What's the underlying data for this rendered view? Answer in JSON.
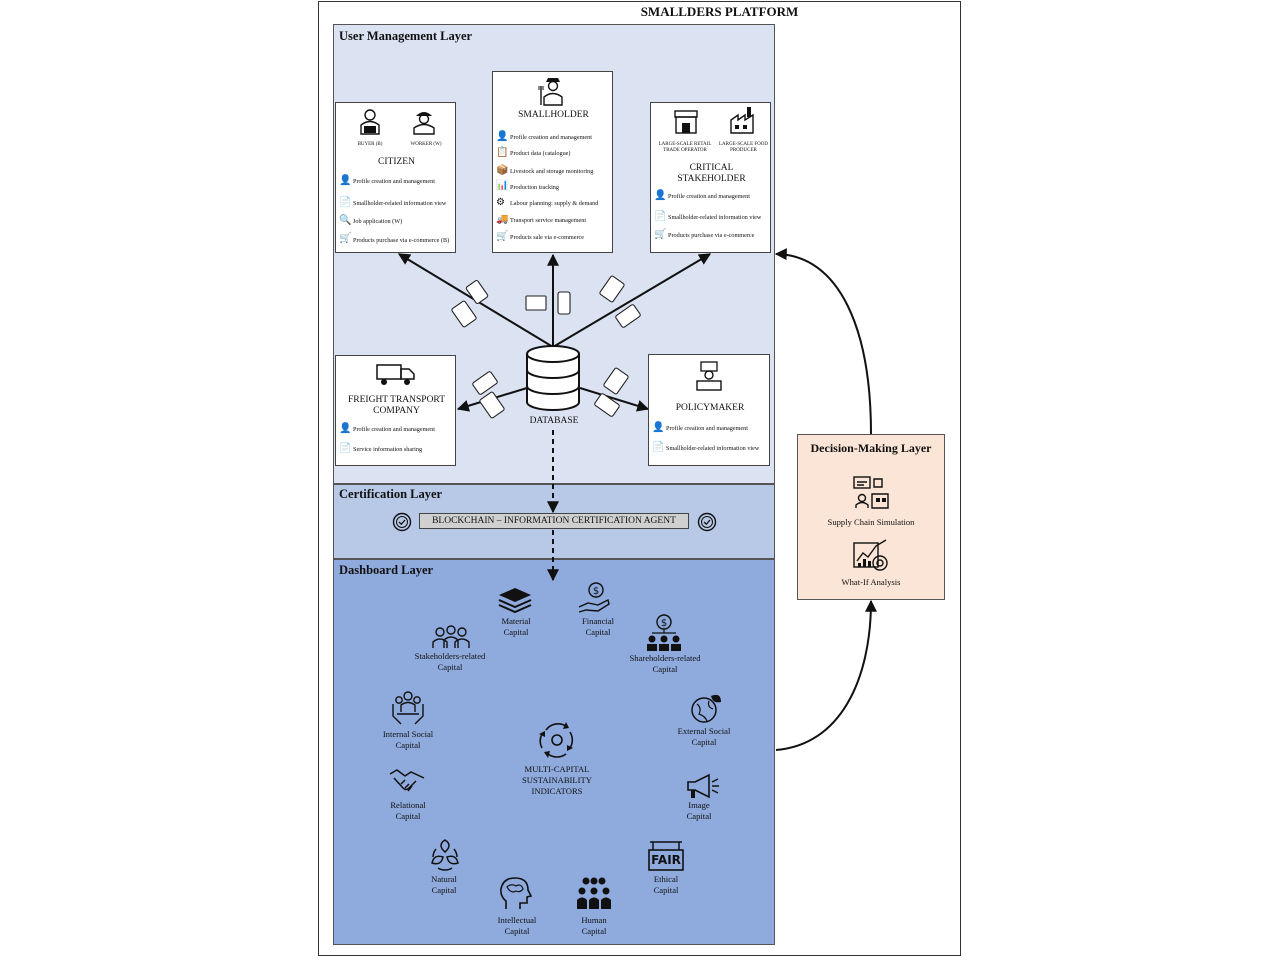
{
  "platform": {
    "title": "SMALLDERS PLATFORM"
  },
  "layers": {
    "user": "User Management Layer",
    "certification": "Certification Layer",
    "dashboard": "Dashboard Layer",
    "decision": "Decision-Making Layer"
  },
  "citizen": {
    "buyer_label": "BUYER (B)",
    "worker_label": "WORKER (W)",
    "title": "CITIZEN",
    "features": [
      "Profile creation and management",
      "Smallholder-related information view",
      "Job application (W)",
      "Products purchase via e-commerce (B)"
    ]
  },
  "smallholder": {
    "title": "SMALLHOLDER",
    "features": [
      "Profile creation and management",
      "Product data (catalogue)",
      "Livestock and storage monitoring",
      "Production tracking",
      "Labour planning: supply & demand",
      "Transport service management",
      "Products sale via e-commerce"
    ]
  },
  "critical": {
    "retail_label": "LARGE-SCALE RETAIL TRADE OPERATOR",
    "producer_label": "LARGE-SCALE FOOD PRODUCER",
    "title_line1": "CRITICAL",
    "title_line2": "STAKEHOLDER",
    "features": [
      "Profile creation and management",
      "Smallholder-related information view",
      "Products purchase via e-commerce"
    ]
  },
  "freight": {
    "title_line1": "FREIGHT TRANSPORT",
    "title_line2": "COMPANY",
    "features": [
      "Profile creation and management",
      "Service information sharing"
    ]
  },
  "policymaker": {
    "title": "POLICYMAKER",
    "features": [
      "Profile creation and management",
      "Smallholder-related information view"
    ]
  },
  "database": {
    "label": "DATABASE"
  },
  "certification": {
    "agent": "BLOCKCHAIN – INFORMATION CERTIFICATION AGENT"
  },
  "dashboard": {
    "center": [
      "MULTI-CAPITAL",
      "SUSTAINABILITY",
      "INDICATORS"
    ],
    "capitals": {
      "material": [
        "Material",
        "Capital"
      ],
      "financial": [
        "Financial",
        "Capital"
      ],
      "stakeholders": [
        "Stakeholders-related",
        "Capital"
      ],
      "shareholders": [
        "Shareholders-related",
        "Capital"
      ],
      "internal_social": [
        "Internal Social",
        "Capital"
      ],
      "external_social": [
        "External Social",
        "Capital"
      ],
      "relational": [
        "Relational",
        "Capital"
      ],
      "image": [
        "Image",
        "Capital"
      ],
      "natural": [
        "Natural",
        "Capital"
      ],
      "ethical": [
        "Ethical",
        "Capital"
      ],
      "intellectual": [
        "Intellectual",
        "Capital"
      ],
      "human": [
        "Human",
        "Capital"
      ]
    },
    "fair_badge": "FAIR"
  },
  "decision": {
    "items": [
      "Supply Chain Simulation",
      "What-If Analysis"
    ]
  },
  "colors": {
    "user_layer": "#dbe3f2",
    "certification_layer": "#b7c9e6",
    "dashboard_layer": "#8faadc",
    "decision_layer": "#fbe5d6"
  }
}
